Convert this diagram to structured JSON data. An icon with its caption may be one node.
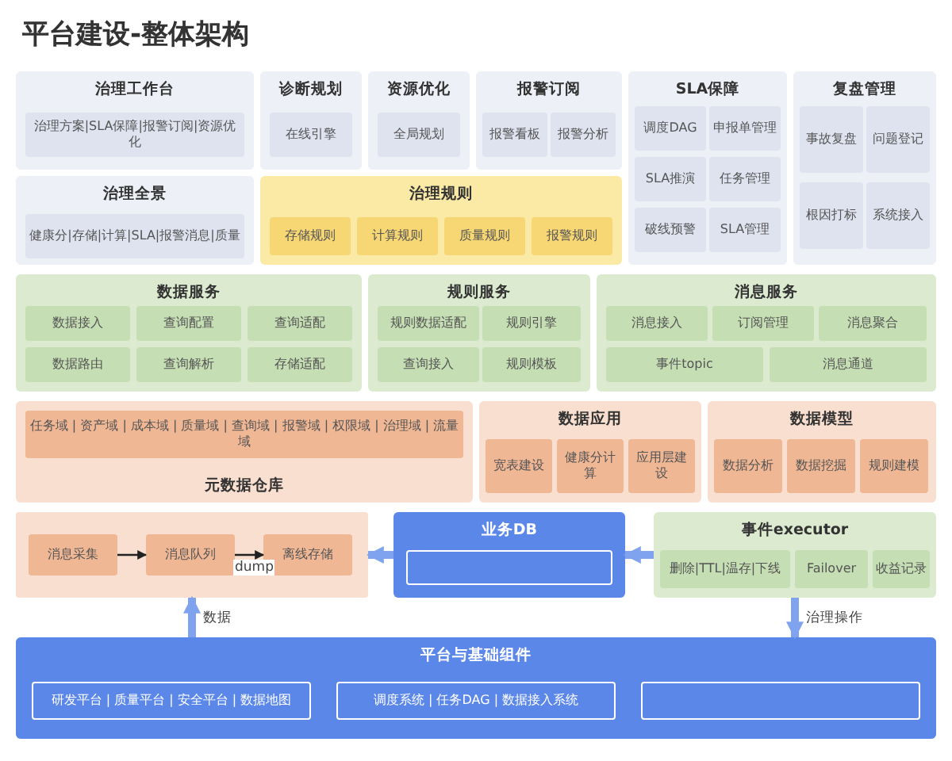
{
  "diagram": {
    "title": "平台建设-整体架构",
    "nodes": [
      {
        "text": [
          "治理工作台"
        ]
      },
      {
        "text": [
          "治理方案|SLA保障|报警订阅|资源优化"
        ],
        "in": 0
      },
      {
        "text": [
          "诊断规划"
        ]
      },
      {
        "text": [
          "在线引擎"
        ],
        "in": 2
      },
      {
        "text": [
          "资源优化"
        ]
      },
      {
        "text": [
          "全局规划"
        ],
        "in": 4
      },
      {
        "text": [
          "报警订阅"
        ]
      },
      {
        "text": [
          "报警看板"
        ],
        "in": 6
      },
      {
        "text": [
          "报警分析"
        ],
        "in": 6
      },
      {
        "text": [
          "SLA保障"
        ]
      },
      {
        "text": [
          "调度DAG"
        ],
        "in": 9
      },
      {
        "text": [
          "申报单管理"
        ],
        "in": 9
      },
      {
        "text": [
          "SLA推演"
        ],
        "in": 9
      },
      {
        "text": [
          "任务管理"
        ],
        "in": 9
      },
      {
        "text": [
          "破线预警"
        ],
        "in": 9
      },
      {
        "text": [
          "SLA管理"
        ],
        "in": 9
      },
      {
        "text": [
          "复盘管理"
        ]
      },
      {
        "text": [
          "事故复盘"
        ],
        "in": 16
      },
      {
        "text": [
          "问题登记"
        ],
        "in": 16
      },
      {
        "text": [
          "根因打标"
        ],
        "in": 16
      },
      {
        "text": [
          "系统接入"
        ],
        "in": 16
      },
      {
        "text": [
          "治理全景"
        ]
      },
      {
        "text": [
          "健康分|存储|计算|SLA|报警消息|质量"
        ],
        "in": 21
      },
      {
        "text": [
          "治理规则"
        ]
      },
      {
        "text": [
          "存储规则"
        ],
        "in": 23
      },
      {
        "text": [
          "计算规则"
        ],
        "in": 23
      },
      {
        "text": [
          "质量规则"
        ],
        "in": 23
      },
      {
        "text": [
          "报警规则"
        ],
        "in": 23
      },
      {
        "text": [
          "数据服务"
        ]
      },
      {
        "text": [
          "数据接入"
        ],
        "in": 28
      },
      {
        "text": [
          "查询配置"
        ],
        "in": 28
      },
      {
        "text": [
          "查询适配"
        ],
        "in": 28
      },
      {
        "text": [
          "数据路由"
        ],
        "in": 28
      },
      {
        "text": [
          "查询解析"
        ],
        "in": 28
      },
      {
        "text": [
          "存储适配"
        ],
        "in": 28
      },
      {
        "text": [
          "规则服务"
        ]
      },
      {
        "text": [
          "规则数据适配"
        ],
        "in": 35
      },
      {
        "text": [
          "规则引擎"
        ],
        "in": 35
      },
      {
        "text": [
          "查询接入"
        ],
        "in": 35
      },
      {
        "text": [
          "规则模板"
        ],
        "in": 35
      },
      {
        "text": [
          "消息服务"
        ]
      },
      {
        "text": [
          "消息接入"
        ],
        "in": 40
      },
      {
        "text": [
          "订阅管理"
        ],
        "in": 40
      },
      {
        "text": [
          "消息聚合"
        ],
        "in": 40
      },
      {
        "text": [
          "事件topic"
        ],
        "in": 40
      },
      {
        "text": [
          "消息通道"
        ],
        "in": 40
      },
      {
        "text": [
          "元数据仓库"
        ]
      },
      {
        "text": [
          "任务域 | 资产域 | 成本域 | 质量域 | 查询域 | 报警域 | 权限域 | 治理域 | 流量域"
        ],
        "in": 46
      },
      {
        "text": [
          "数据应用"
        ]
      },
      {
        "text": [
          "宽表建设"
        ],
        "in": 48
      },
      {
        "text": [
          "健康分计算"
        ],
        "in": 48
      },
      {
        "text": [
          "应用层建设"
        ],
        "in": 48
      },
      {
        "text": [
          "数据模型"
        ]
      },
      {
        "text": [
          "数据分析"
        ],
        "in": 52
      },
      {
        "text": [
          "数据挖掘"
        ],
        "in": 52
      },
      {
        "text": [
          "规则建模"
        ],
        "in": 52
      },
      {
        "text": [],
        "shape": "box"
      },
      {
        "text": [
          "消息采集"
        ],
        "in": 56
      },
      {
        "text": [
          "消息队列"
        ],
        "in": 56
      },
      {
        "text": [
          "离线存储"
        ],
        "in": 56
      },
      {
        "text": [
          "业务DB"
        ]
      },
      {
        "text": [],
        "shape": "box",
        "in": 60
      },
      {
        "text": [
          "事件executor"
        ]
      },
      {
        "text": [
          "删除|TTL|温存|下线"
        ],
        "in": 62
      },
      {
        "text": [
          "Failover"
        ],
        "in": 62
      },
      {
        "text": [
          "收益记录"
        ],
        "in": 62
      },
      {
        "text": [
          "平台与基础组件"
        ]
      },
      {
        "text": [
          "研发平台 | 质量平台 | 安全平台 | 数据地图"
        ],
        "in": 66
      },
      {
        "text": [
          "调度系统 | 任务DAG | 数据接入系统"
        ],
        "in": 66
      },
      {
        "text": [],
        "shape": "box",
        "in": 66
      }
    ],
    "edges": [
      {
        "from": 57,
        "to": 58,
        "arrow": "to",
        "color": "#222222"
      },
      {
        "from": 58,
        "to": 59,
        "arrow": "to",
        "label": "dump",
        "color": "#222222"
      },
      {
        "from": 60,
        "to": 56,
        "arrow": "to",
        "color": "#7fa3ee"
      },
      {
        "from": 62,
        "to": 60,
        "arrow": "to",
        "color": "#7fa3ee"
      },
      {
        "from": 66,
        "to": 56,
        "arrow": "to",
        "color": "#7fa3ee",
        "label": "数据"
      },
      {
        "from": 62,
        "to": 66,
        "arrow": "to",
        "color": "#7fa3ee",
        "label": "治理操作"
      }
    ]
  }
}
